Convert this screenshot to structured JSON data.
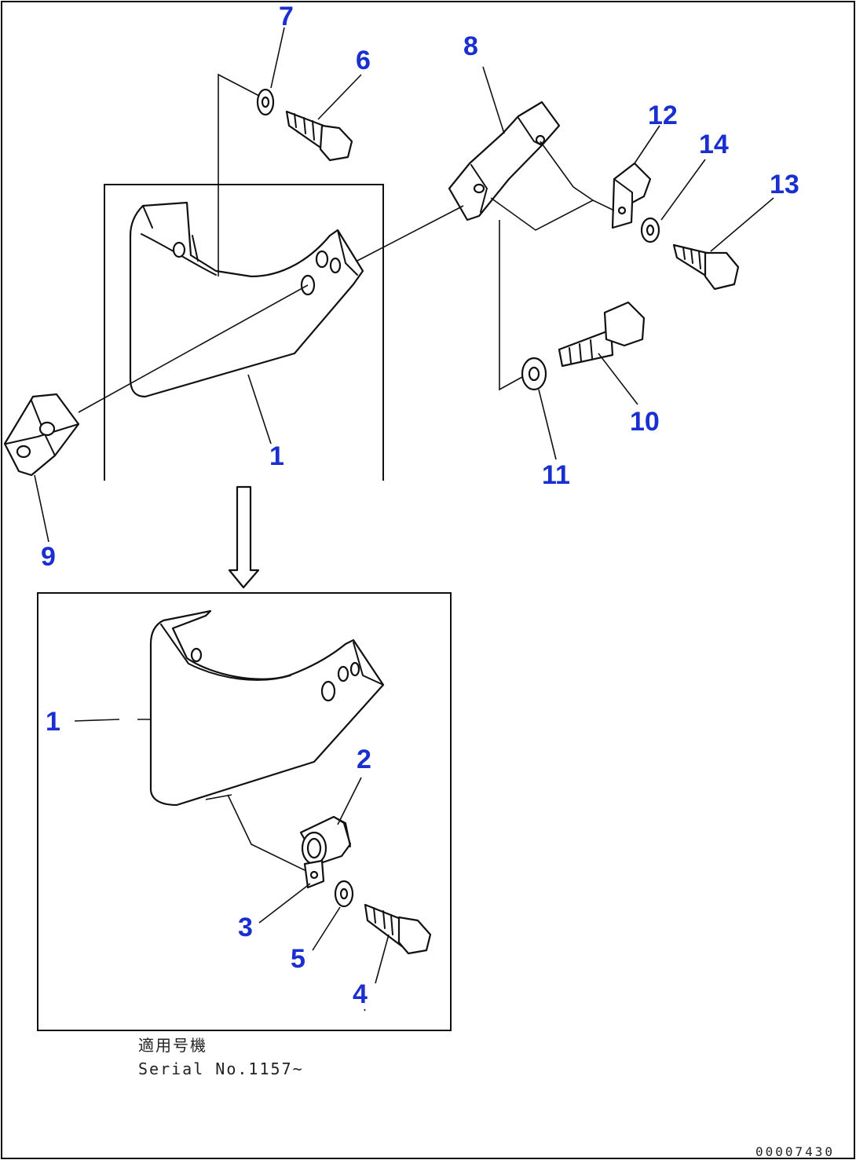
{
  "callouts": {
    "c1_upper": "1",
    "c1_lower": "1",
    "c2": "2",
    "c3": "3",
    "c4": "4",
    "c5": "5",
    "c6": "6",
    "c7": "7",
    "c8": "8",
    "c9": "9",
    "c10": "10",
    "c11": "11",
    "c12": "12",
    "c13": "13",
    "c14": "14"
  },
  "note": {
    "line1": "適用号機",
    "line2": "Serial No.1157~"
  },
  "drawing_code": "00007430",
  "colors": {
    "callout": "#1a2fd0",
    "line": "#111111",
    "background": "#ffffff"
  }
}
